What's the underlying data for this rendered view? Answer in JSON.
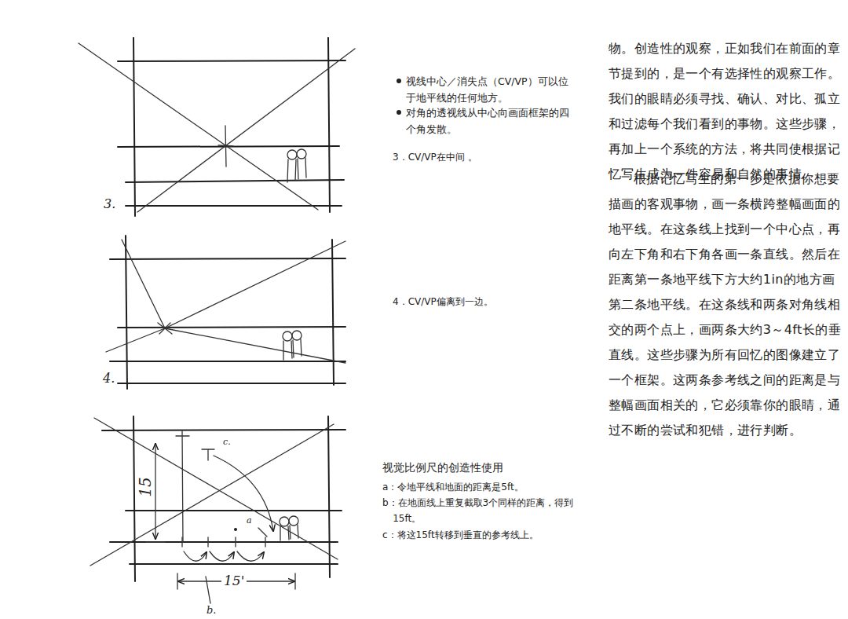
{
  "diagram": {
    "labels": [
      "3.",
      "视线中心／消失点（CV/VP）可以位于地平线的任何地方。",
      "对角的透视线从中心向画面框架的四个角发散。",
      "3．CV/VP在中间 。",
      "4．CV/VP偏离到一边。",
      "4.",
      "c.",
      "15",
      "a",
      "15'",
      "b.",
      "视觉比例尺的创造性使用",
      "a：令地平线和地面的距离是5ft。",
      "b：在地面线上重复截取3个同样的距离，得到15ft。",
      "c：将这15ft转移到垂直的参考线上。",
      "物。创造性的观察，正如我们在前面的章节提到的，是一个有选择性的观察工作。我们的眼睛必须寻找、确认、对比、孤立和过滤每个我们看到的事物。这些步骤，再加上一个系统的方法，将共同使根据记忆写生成为一件容易和自然的事情。",
      "根据记忆写生的第一步是依据你想要描画的客观事物，画一条横跨整幅画面的地平线。在这条线上找到一个中心点，再向左下角和右下角各画一条直线。然后在距离第一条地平线下方大约1in的地方画第二条地平线。在这条线和两条对角线相交的两个点上，画两条大约3～4ft长的垂直线。这些步骤为所有回忆的图像建立了一个框架。这两条参考线之间的距离是与整幅画面相关的，它必须靠你的眼睛，通过不断的尝试和犯错，进行判断。"
    ]
  }
}
